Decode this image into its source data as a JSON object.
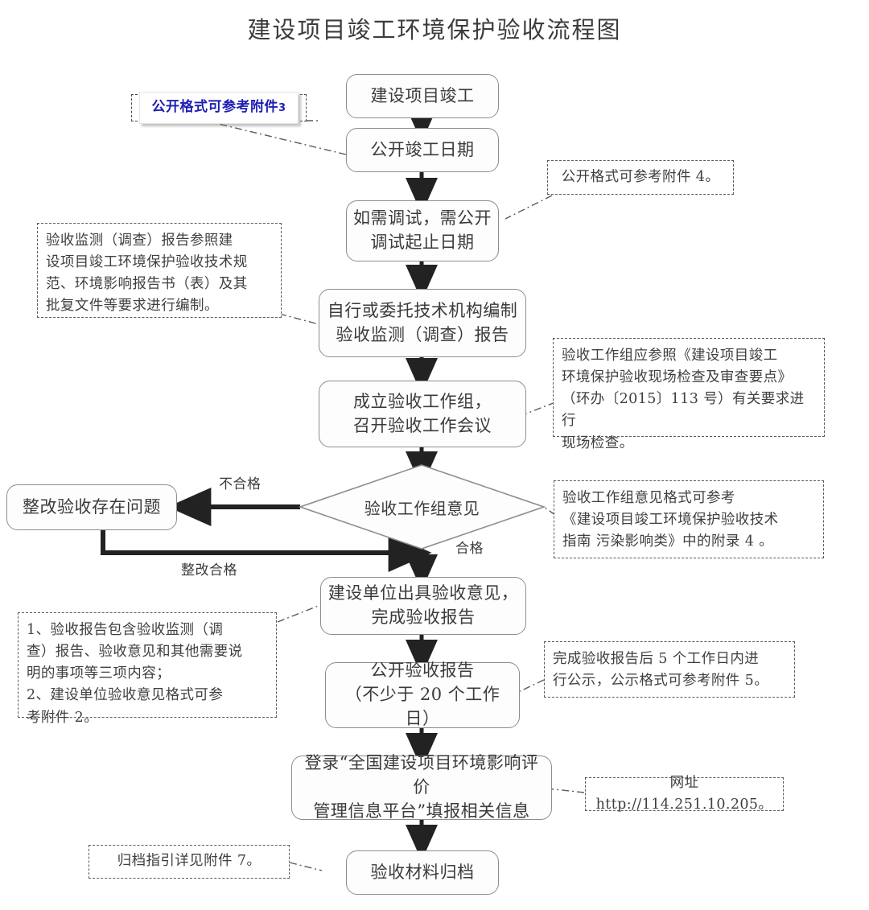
{
  "page": {
    "title": "建设项目竣工环境保护验收流程图",
    "accent_blue": "#1d1db5",
    "line_color": "#3a3a3a",
    "box_border": "#8d8d8d"
  },
  "flow": {
    "nodes": [
      {
        "id": "n1",
        "label": "建设项目竣工"
      },
      {
        "id": "n2",
        "label": "公开竣工日期"
      },
      {
        "id": "n3",
        "label": "如需调试，需公开\n调试起止日期"
      },
      {
        "id": "n4",
        "label": "自行或委托技术机构编制\n验收监测（调查）报告"
      },
      {
        "id": "n5",
        "label": "成立验收工作组，\n召开验收工作会议"
      },
      {
        "id": "n6",
        "label": "验收工作组意见",
        "shape": "decision"
      },
      {
        "id": "n7",
        "label": "整改验收存在问题"
      },
      {
        "id": "n8",
        "label": "建设单位出具验收意见，\n完成验收报告"
      },
      {
        "id": "n9",
        "label": "公开验收报告\n（不少于 20 个工作日）"
      },
      {
        "id": "n10",
        "label": "登录“全国建设项目环境影响评价\n管理信息平台”填报相关信息"
      },
      {
        "id": "n11",
        "label": "验收材料归档"
      }
    ],
    "edge_labels": [
      {
        "id": "e-fail",
        "label": "不合格"
      },
      {
        "id": "e-pass",
        "label": "合格"
      },
      {
        "id": "e-fixed",
        "label": "整改合格"
      }
    ]
  },
  "notes": {
    "attach3": {
      "label": "公开格式可参考附件",
      "suffix": "3"
    },
    "attach4": {
      "text": "公开格式可参考附件 4。"
    },
    "report_spec": {
      "text": "验收监测（调查）报告参照建\n设项目竣工环境保护验收技术规\n范、环境影响报告书（表）及其\n批复文件等要求进行编制。"
    },
    "workgroup_check": {
      "text": "验收工作组应参照《建设项目竣工\n环境保护验收现场检查及审查要点》\n（环办〔2015〕113 号）有关要求进行\n现场检查。"
    },
    "opinion_format": {
      "text": "验收工作组意见格式可参考\n《建设项目竣工环境保护验收技术\n指南 污染影响类》中的附录 4 。"
    },
    "report_content": {
      "text": "1、验收报告包含验收监测（调\n查）报告、验收意见和其他需要说\n明的事项等三项内容；\n2、建设单位验收意见格式可参\n考附件 2。"
    },
    "publicity": {
      "text": "完成验收报告后 5 个工作日内进\n行公示，公示格式可参考附件 5。"
    },
    "website": {
      "text": "网址 http://114.251.10.205。"
    },
    "archive": {
      "text": "归档指引详见附件 7。"
    }
  }
}
